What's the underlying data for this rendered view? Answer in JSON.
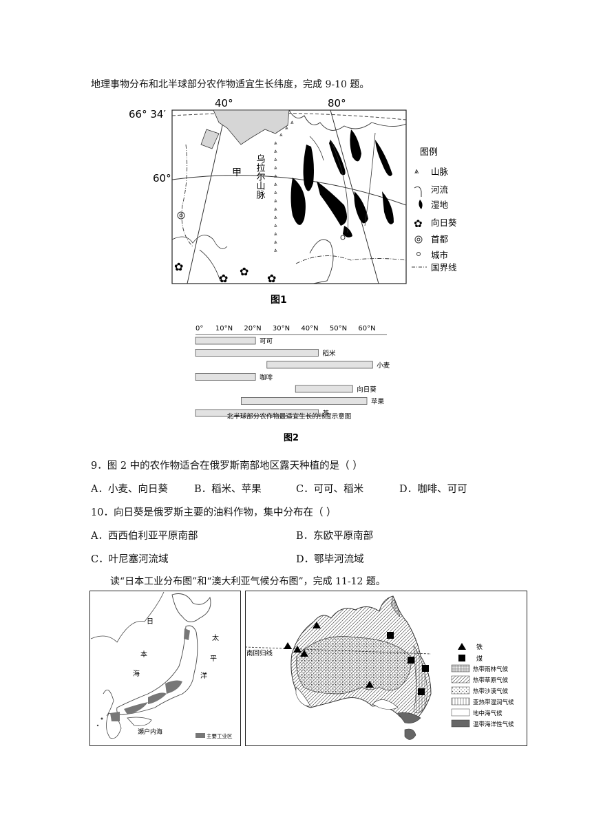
{
  "intro_line": "地理事物分布和北半球部分农作物适宜生长纬度，完成 9-10 题。",
  "map1": {
    "lon_labels": [
      "40°",
      "80°"
    ],
    "lat_labels": [
      "66° 34′",
      "60°"
    ],
    "region_label": "甲",
    "mountain_label": "乌拉尔山脉",
    "legend_title": "图例",
    "legend": [
      "山脉",
      "河流",
      "湿地",
      "向日葵",
      "首都",
      "城市",
      "国界线"
    ],
    "caption": "图1"
  },
  "fig2": {
    "caption": "图2",
    "chart_title": "北半球部分农作物最适宜生长的纬度示意图"
  },
  "chart_data": {
    "type": "bar",
    "orientation": "horizontal",
    "title": "北半球部分农作物最适宜生长的纬度示意图",
    "x_ticks": [
      "0°",
      "10°N",
      "20°N",
      "30°N",
      "40°N",
      "50°N",
      "60°N"
    ],
    "xlim": [
      0,
      67
    ],
    "categories": [
      "可可",
      "稻米",
      "小麦",
      "咖啡",
      "向日葵",
      "苹果",
      "茶"
    ],
    "ranges": [
      [
        0,
        21
      ],
      [
        0,
        43
      ],
      [
        25,
        62
      ],
      [
        0,
        21
      ],
      [
        35,
        55
      ],
      [
        16,
        60
      ],
      [
        0,
        43
      ]
    ]
  },
  "q9": {
    "stem": "9．图 2 中的农作物适合在俄罗斯南部地区露天种植的是（    ）",
    "options": [
      "A．小麦、向日葵",
      "B．稻米、苹果",
      "C．可可、稻米",
      "D．咖啡、可可"
    ]
  },
  "q10": {
    "stem": "10．向日葵是俄罗斯主要的油料作物，集中分布在（    ）",
    "options": [
      "A．西西伯利亚平原南部",
      "B．东欧平原南部",
      "C．叶尼塞河流域",
      "D．鄂毕河流域"
    ]
  },
  "intro2": "读“日本工业分布图”和“澳大利亚气候分布图”，完成 11-12 题。",
  "japan_map": {
    "labels": [
      "日",
      "本",
      "海",
      "太",
      "平",
      "洋",
      "瀬户内海"
    ],
    "legend": "主要工业区",
    "colors": {
      "industry": "#777777"
    }
  },
  "australia_map": {
    "tropic_label": "南回归线",
    "legend": [
      "铁",
      "煤",
      "热带雨林气候",
      "热带草原气候",
      "热带沙漠气候",
      "亚热带湿润气候",
      "地中海气候",
      "温带海洋性气候"
    ]
  }
}
